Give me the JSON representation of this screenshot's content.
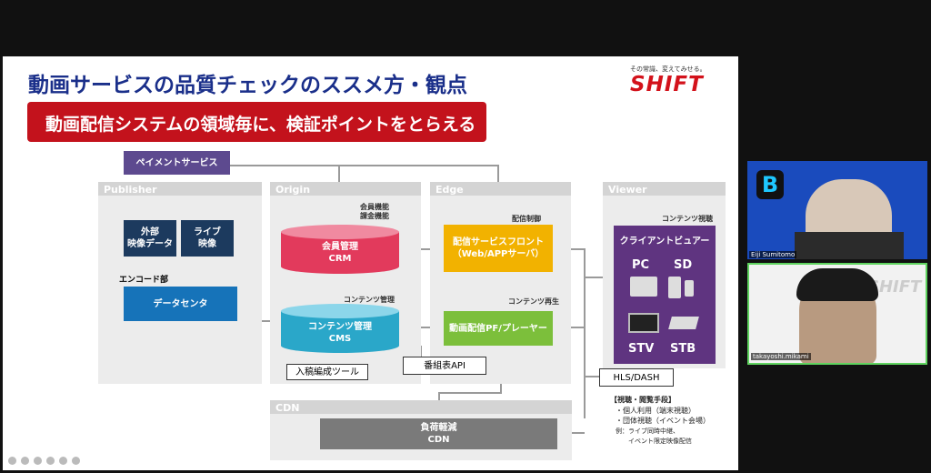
{
  "slide": {
    "title": "動画サービスの品質チェックのススメ方・観点",
    "tagline": "その常識、変えてみせる。",
    "logo": "SHIFT",
    "banner": "動画配信システムの領域毎に、検証ポイントをとらえる",
    "panels": {
      "publisher": "Publisher",
      "origin": "Origin",
      "edge": "Edge",
      "viewer": "Viewer",
      "cdn": "CDN"
    },
    "boxes": {
      "payment": "ペイメントサービス",
      "external_video": "外部\n映像データ",
      "live_video": "ライブ\n映像",
      "encode": "エンコード部",
      "datacenter": "データセンタ",
      "crm": "会員管理\nCRM",
      "cms": "コンテンツ管理\nCMS",
      "ingest_tool": "入稿編成ツール",
      "delivery_front": "配信サービスフロント\n（Web/APPサーバ）",
      "player": "動画配信PF/プレーヤー",
      "schedule_api": "番組表API",
      "cdn_box": "負荷軽減\nCDN",
      "hls": "HLS/DASH",
      "client_viewer": "クライアントビュアー"
    },
    "labels": {
      "member_function": "会員機能\n課金機能",
      "delivery_control": "配信制御",
      "content_mgmt": "コンテンツ管理",
      "content_play": "コンテンツ再生",
      "content_view": "コンテンツ視聴"
    },
    "devices": [
      "PC",
      "SD",
      "STV",
      "STB"
    ],
    "notes": {
      "heading": "【視聴・閲覧手段】",
      "lines": [
        "・個人利用（端末視聴）",
        "・団体視聴（イベント会場）",
        "例：ライブ同時中継、",
        "　　イベント限定映像配信"
      ]
    }
  },
  "participants": [
    {
      "name": "Eiji Sumitomo",
      "badge": "B"
    },
    {
      "name": "takayoshi.mikami",
      "backdrop": "SHIFT"
    }
  ]
}
